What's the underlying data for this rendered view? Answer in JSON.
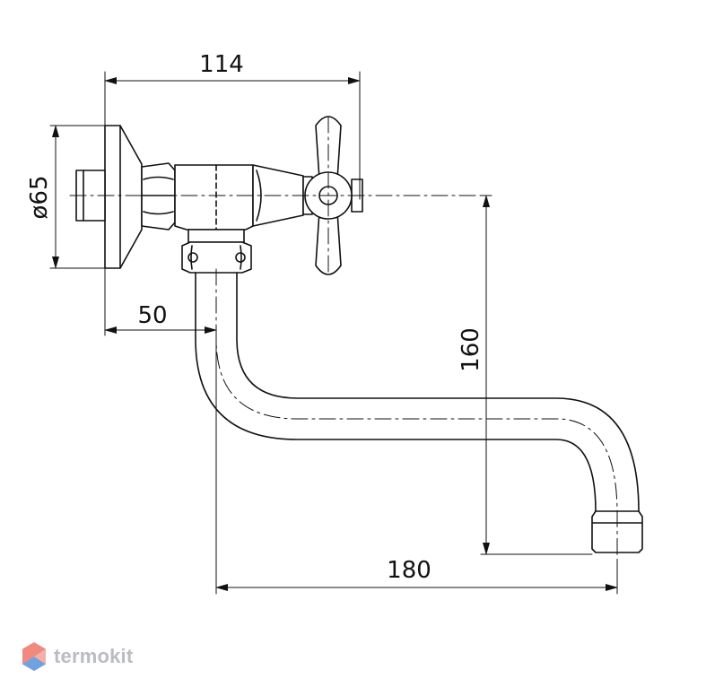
{
  "dimensions": {
    "width_total": "114",
    "diameter": "ø65",
    "wall_offset": "50",
    "height": "160",
    "spout_reach": "180"
  },
  "brand": {
    "name": "termokit",
    "logo_icon": "hexagon-logo-icon",
    "logo_colors": [
      "#f08a7e",
      "#6fa3e0"
    ]
  }
}
